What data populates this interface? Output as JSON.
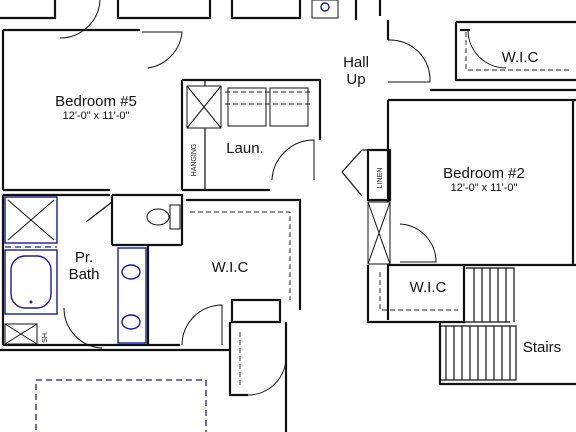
{
  "rooms": {
    "bedroom5": {
      "name": "Bedroom #5",
      "dims": "12'-0\" x 11'-0\""
    },
    "bedroom2": {
      "name": "Bedroom #2",
      "dims": "12'-0\" x 11'-0\""
    },
    "laundry": {
      "name": "Laun."
    },
    "hall": {
      "line1": "Hall",
      "line2": "Up"
    },
    "wic_top": {
      "name": "W.I.C"
    },
    "wic_center": {
      "name": "W.I.C"
    },
    "wic_right": {
      "name": "W.I.C"
    },
    "pr_bath": {
      "line1": "Pr.",
      "line2": "Bath"
    },
    "stairs": {
      "name": "Stairs"
    }
  },
  "tags": {
    "hanging": "HANGING",
    "linen": "LINEN",
    "shower": "SH."
  },
  "colors": {
    "wall": "#111111",
    "fixture_blue": "#1a1aa6",
    "background": "#ffffff"
  }
}
